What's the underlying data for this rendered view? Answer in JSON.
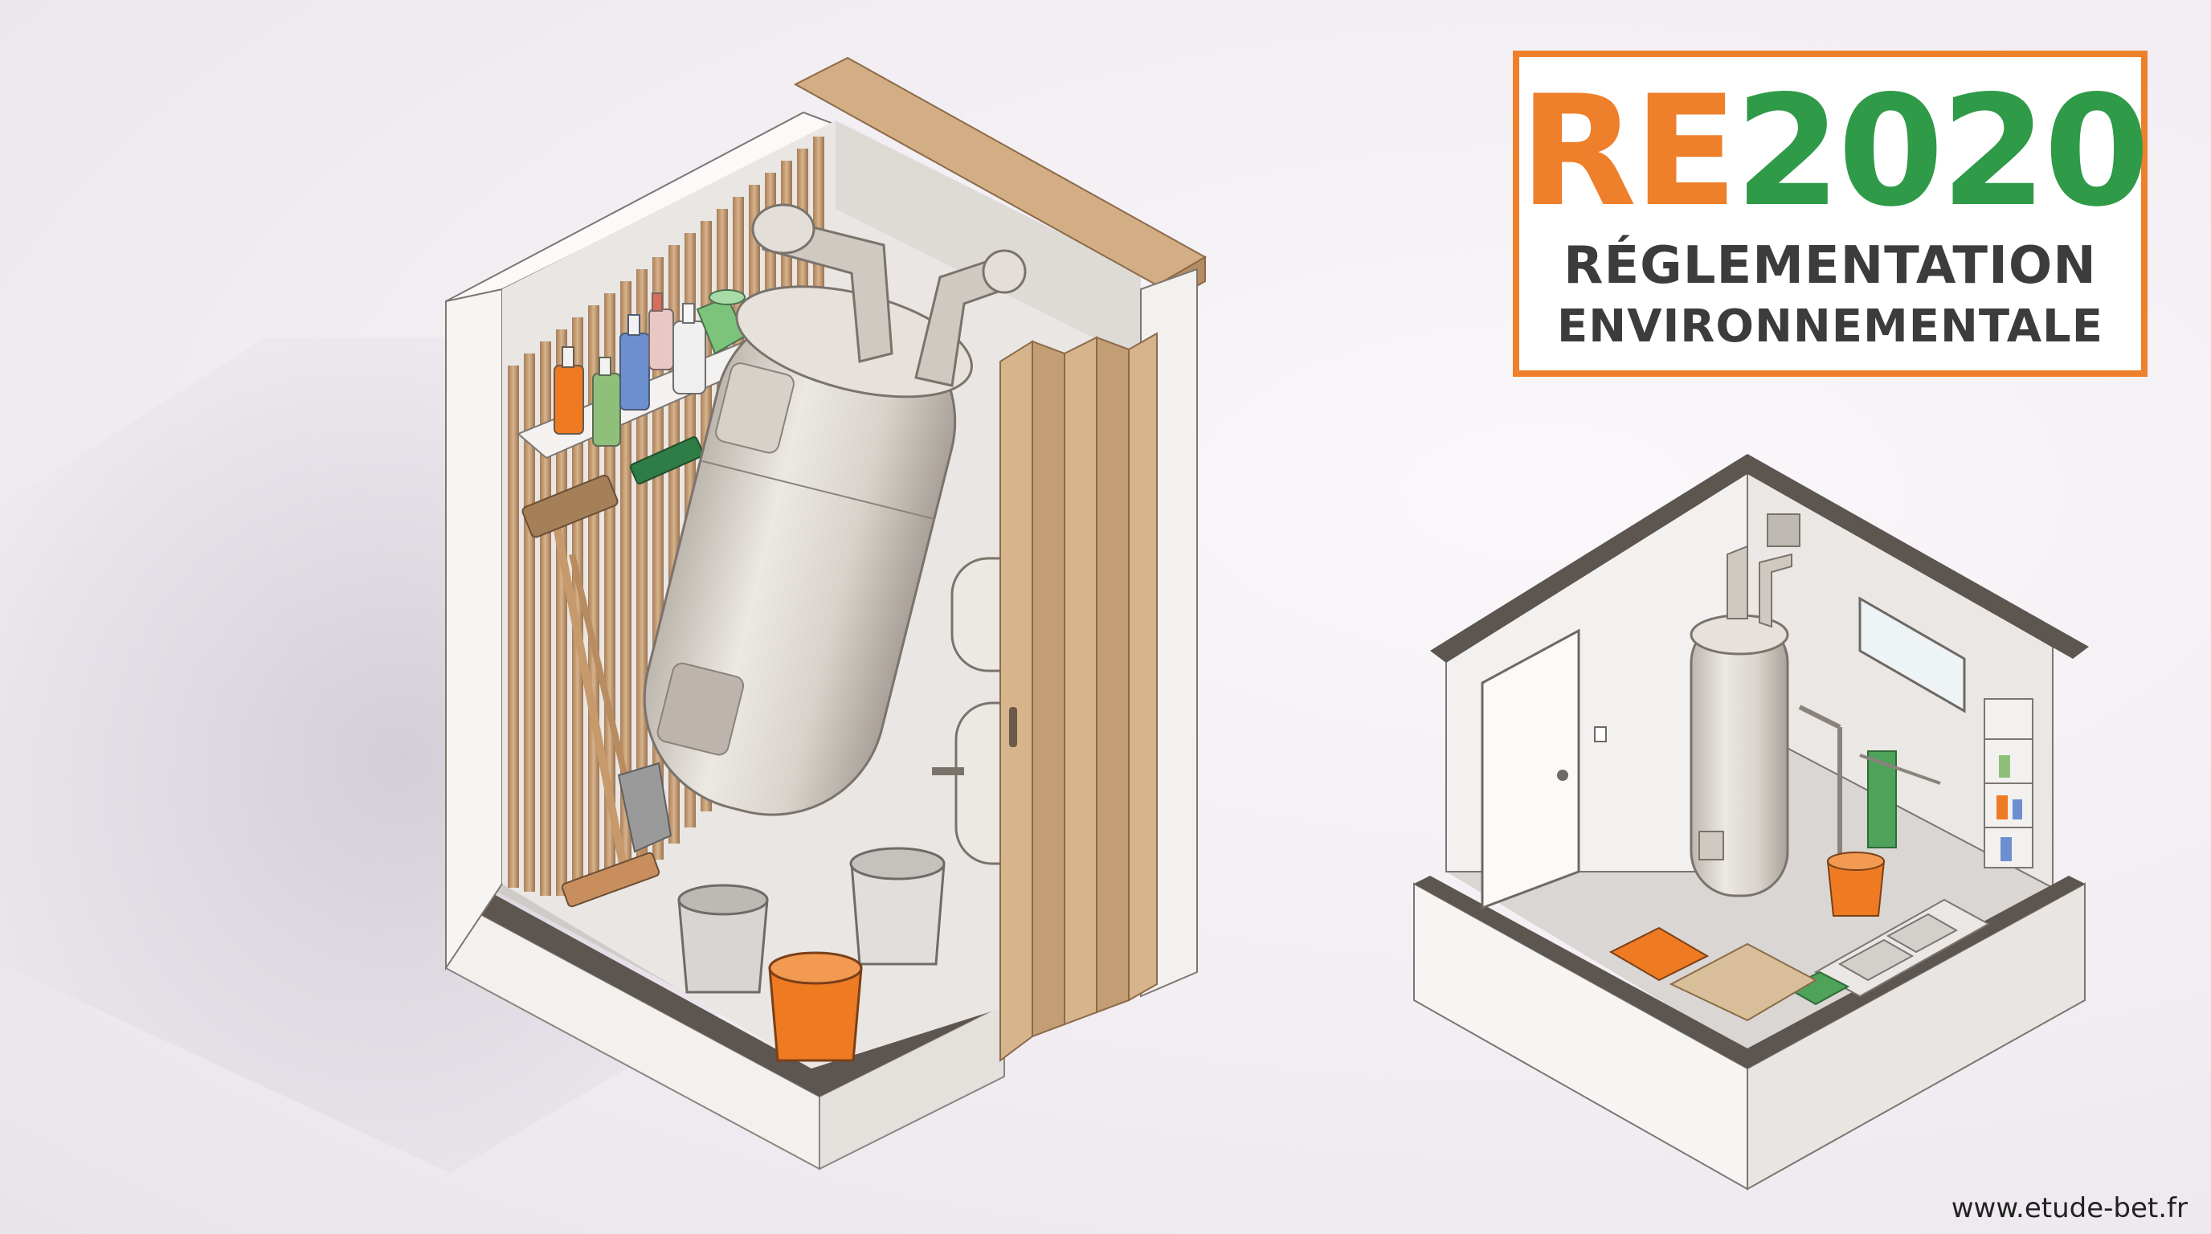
{
  "logo": {
    "title_part1": "RE",
    "title_part2": "2020",
    "subtitle_line1": "RÉGLEMENTATION",
    "subtitle_line2": "ENVIRONNEMENTALE"
  },
  "footer": {
    "url": "www.etude-bet.fr"
  },
  "colors": {
    "brand_orange": "#ee7f2b",
    "brand_green": "#2f9a48",
    "text_dark": "#3c3c3c",
    "wall_white": "#f7f6f4",
    "wood": "#c8a27a",
    "tank_grey": "#d9d4ce",
    "bucket_orange": "#ee7a22"
  }
}
